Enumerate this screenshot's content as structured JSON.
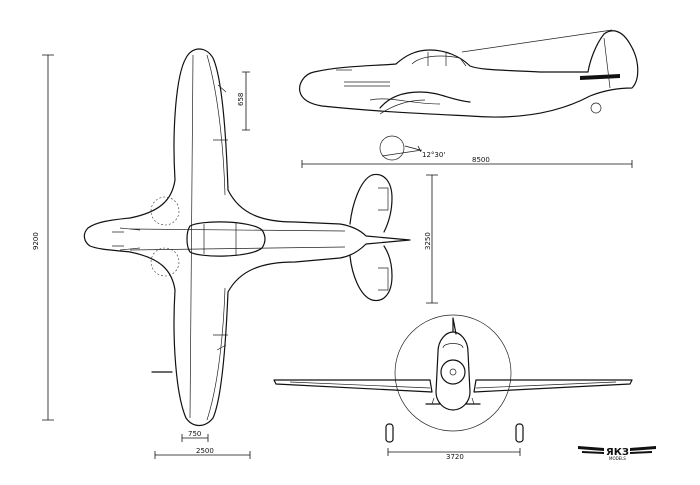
{
  "dimensions": {
    "wingspan": "9200",
    "length": "8500",
    "tail_span": "3250",
    "aileron_chord": "658",
    "inner_chord": "750",
    "root_chord": "2500",
    "track": "3720",
    "angle": "12°30'"
  },
  "logo": {
    "title": "ЯКЗ",
    "subtitle": "MODELS"
  }
}
